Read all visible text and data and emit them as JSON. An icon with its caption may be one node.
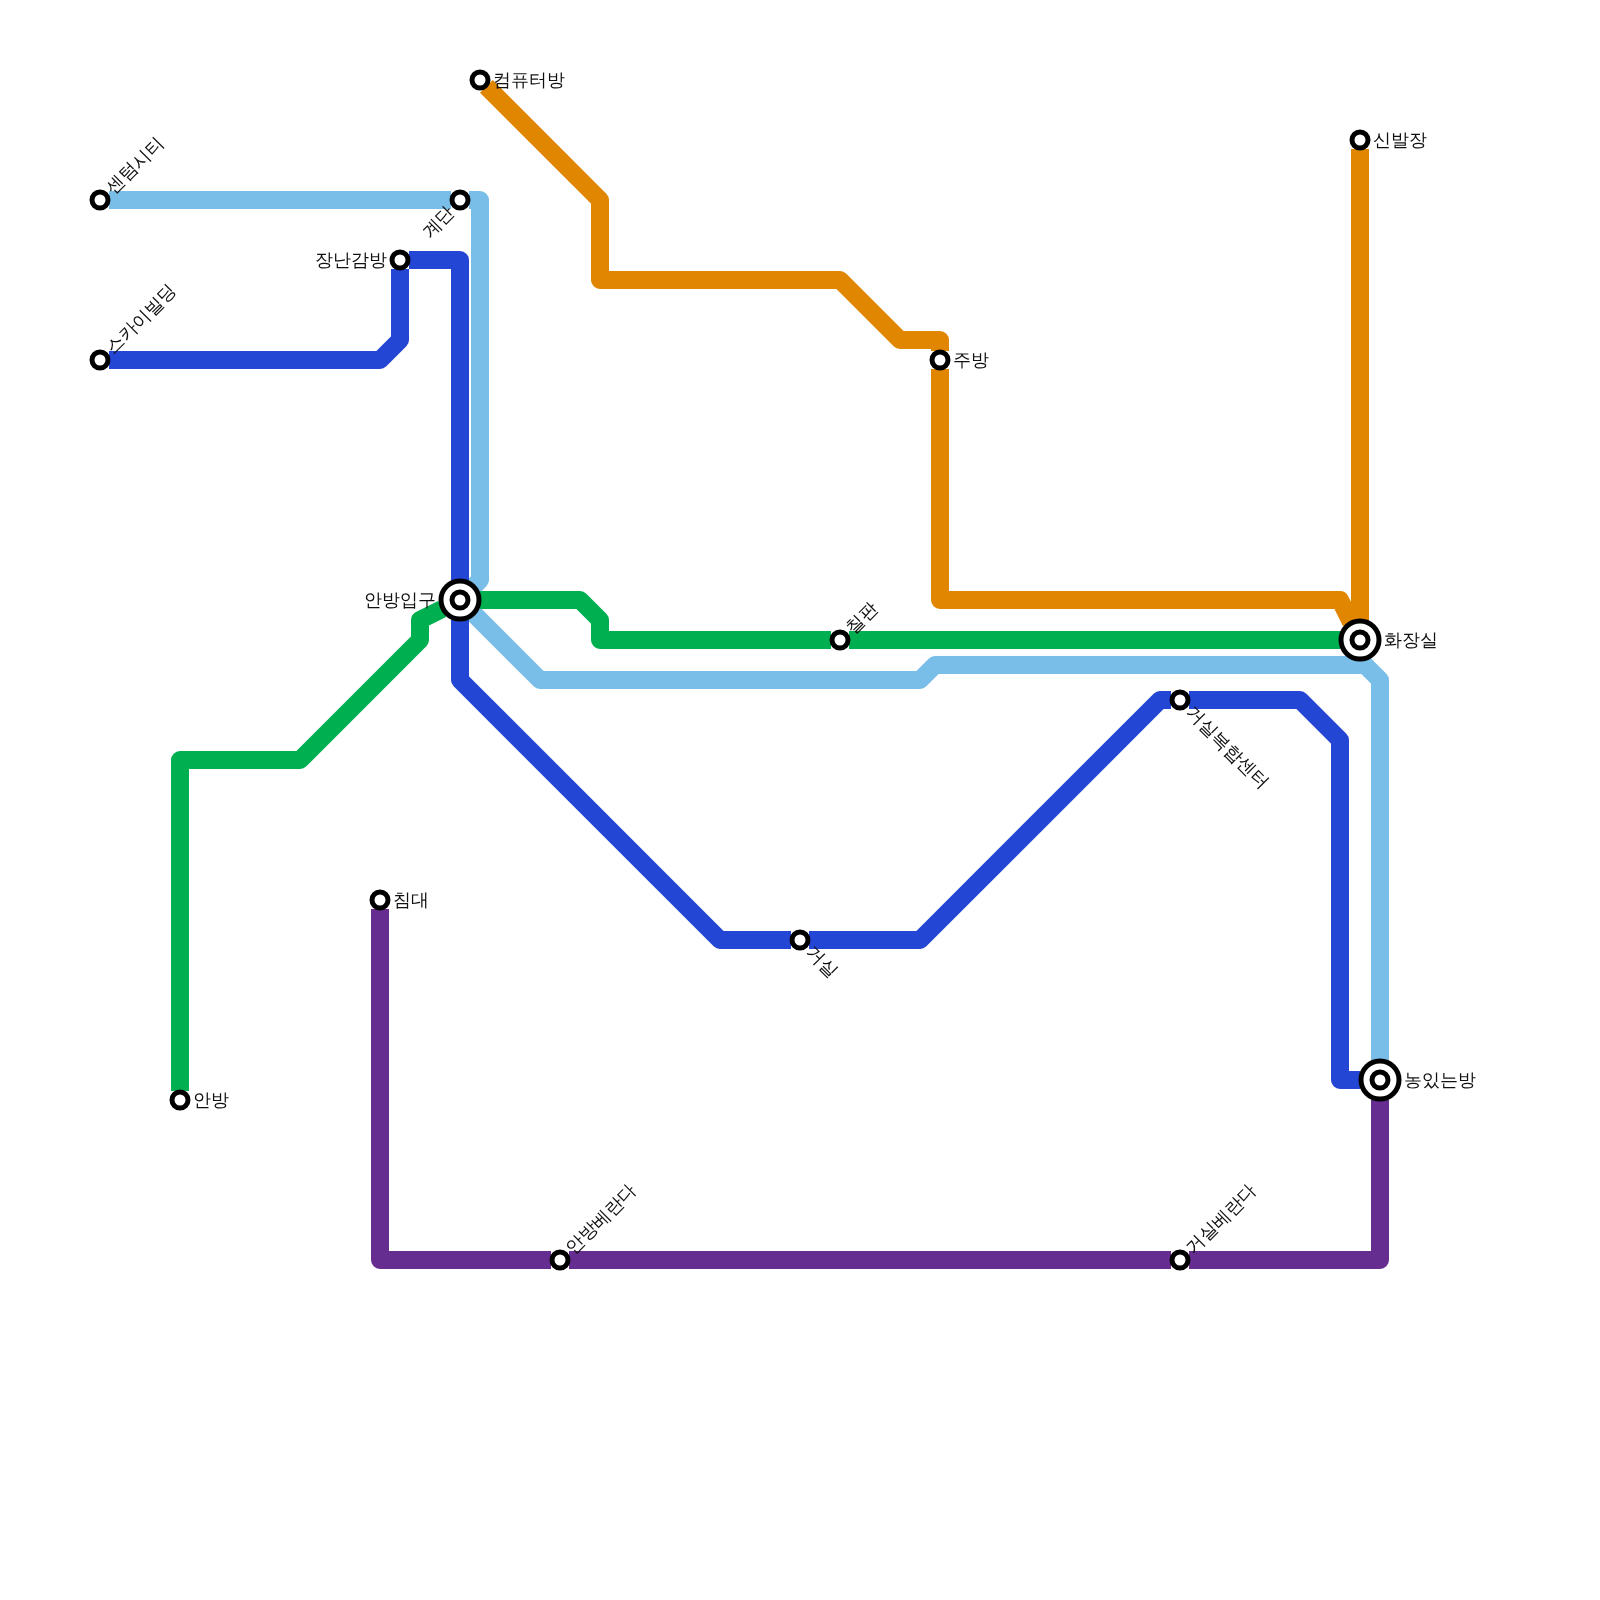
{
  "diagram": {
    "nodes": [
      {
        "text": [
          "센텀시티"
        ]
      },
      {
        "text": [
          "스카이빌딩"
        ]
      },
      {
        "text": [
          "장난감방"
        ]
      },
      {
        "text": [
          "계단"
        ]
      },
      {
        "text": [
          "컴퓨터방"
        ]
      },
      {
        "text": [
          "신발장"
        ]
      },
      {
        "text": [
          "주방"
        ]
      },
      {
        "text": [
          "안방입구"
        ]
      },
      {
        "text": [
          "칠판"
        ]
      },
      {
        "text": [
          "화장실"
        ]
      },
      {
        "text": [
          "안방"
        ]
      },
      {
        "text": [
          "침대"
        ]
      },
      {
        "text": [
          "거실"
        ]
      },
      {
        "text": [
          "거실복합센터"
        ]
      },
      {
        "text": [
          "농있는방"
        ]
      },
      {
        "text": [
          "안방베란다"
        ]
      },
      {
        "text": [
          "거실베란다"
        ]
      }
    ],
    "edges": [
      {
        "from": 0,
        "to": 3,
        "arrow": "none",
        "color": "#79bde9"
      },
      {
        "from": 3,
        "to": 7,
        "arrow": "none",
        "color": "#79bde9"
      },
      {
        "from": 7,
        "to": 14,
        "arrow": "none",
        "color": "#79bde9"
      },
      {
        "from": 1,
        "to": 2,
        "arrow": "none",
        "color": "#2446d4"
      },
      {
        "from": 2,
        "to": 7,
        "arrow": "none",
        "color": "#2446d4"
      },
      {
        "from": 7,
        "to": 12,
        "arrow": "none",
        "color": "#2446d4"
      },
      {
        "from": 12,
        "to": 13,
        "arrow": "none",
        "color": "#2446d4"
      },
      {
        "from": 13,
        "to": 14,
        "arrow": "none",
        "color": "#2446d4"
      },
      {
        "from": 4,
        "to": 6,
        "arrow": "none",
        "color": "#e08600"
      },
      {
        "from": 6,
        "to": 9,
        "arrow": "none",
        "color": "#e08600"
      },
      {
        "from": 5,
        "to": 9,
        "arrow": "none",
        "color": "#e08600"
      },
      {
        "from": 10,
        "to": 7,
        "arrow": "none",
        "color": "#00b050"
      },
      {
        "from": 7,
        "to": 8,
        "arrow": "none",
        "color": "#00b050"
      },
      {
        "from": 8,
        "to": 9,
        "arrow": "none",
        "color": "#00b050"
      },
      {
        "from": 11,
        "to": 15,
        "arrow": "none",
        "color": "#652d8f"
      },
      {
        "from": 15,
        "to": 16,
        "arrow": "none",
        "color": "#652d8f"
      },
      {
        "from": 16,
        "to": 14,
        "arrow": "none",
        "color": "#652d8f"
      }
    ]
  }
}
